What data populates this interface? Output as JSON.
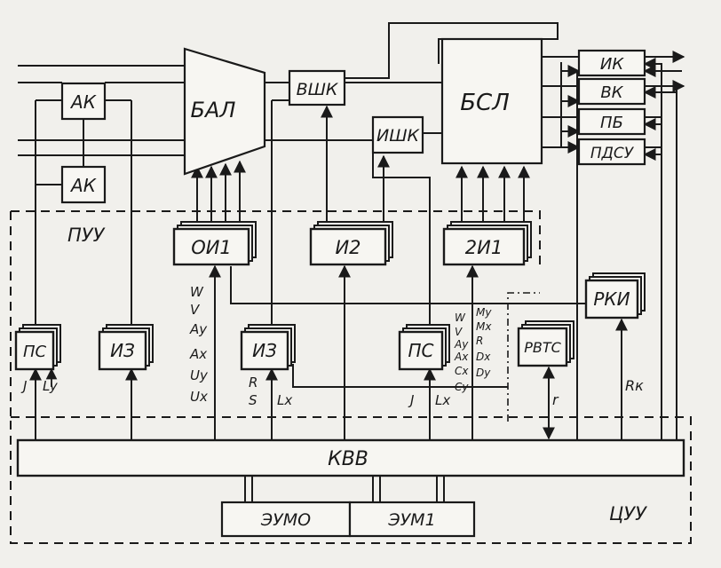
{
  "blocks": {
    "ak_top": "АК",
    "ak_bottom": "АК",
    "bal": "БАЛ",
    "vshk": "ВШК",
    "ishk": "ИШК",
    "bsl": "БСЛ",
    "ik": "ИК",
    "vk": "ВК",
    "pb": "ПБ",
    "pdsu": "ПДСУ",
    "oi1": "ОИ1",
    "i2": "И2",
    "two_i1": "2И1",
    "rki": "РКИ",
    "ps_left": "ПС",
    "iz_left": "ИЗ",
    "iz_mid": "ИЗ",
    "ps_right": "ПС",
    "rvts": "РВТС",
    "kvv": "КВВ",
    "eumo": "ЭУМО",
    "eum1": "ЭУМ1"
  },
  "regions": {
    "puu": "ПУУ",
    "tsuu": "ЦУУ"
  },
  "signals": {
    "ps_left_in1": "J",
    "ps_left_in2": "Ly",
    "oi1_inputs": [
      "W",
      "V",
      "Ay",
      "Ax",
      "Uy",
      "Ux"
    ],
    "iz_mid_inputs": [
      "R",
      "S"
    ],
    "iz_mid_lx": "Lx",
    "ps_right_in1": "J",
    "ps_right_in2": "Lx",
    "ps_right_col1": [
      "W",
      "V",
      "Ay",
      "Ax",
      "Cx",
      "Cy"
    ],
    "ps_right_col2": [
      "My",
      "Mx",
      "R",
      "Dx",
      "Dy"
    ],
    "rvts_r": "r",
    "rki_rk": "Rк"
  }
}
